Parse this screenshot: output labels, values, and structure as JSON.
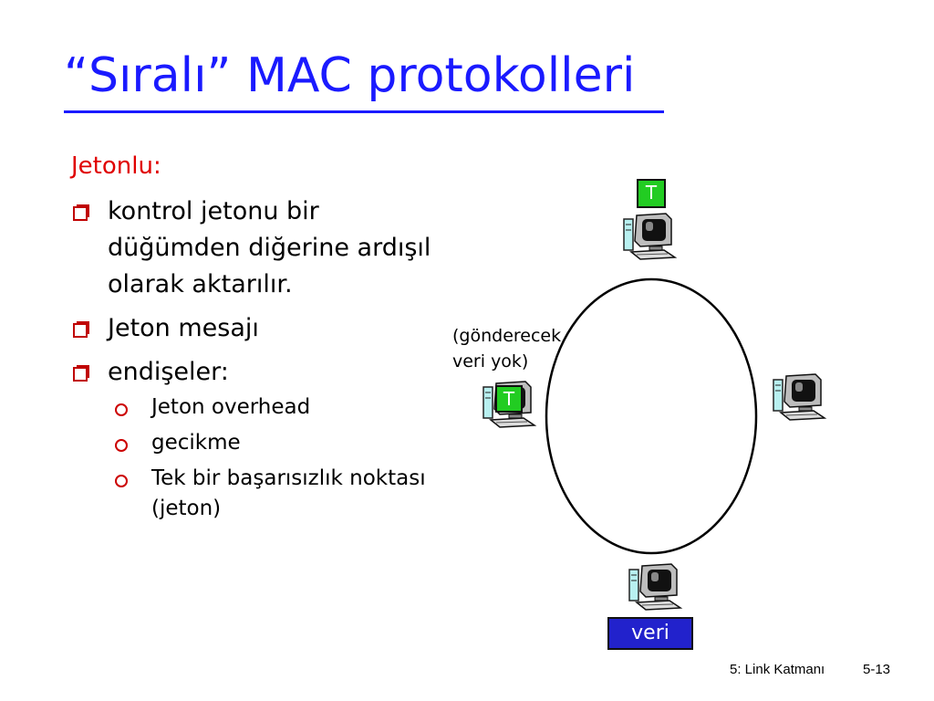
{
  "slide": {
    "title": "“Sıralı” MAC protokolleri",
    "section_heading": "Jetonlu:",
    "bullets": [
      {
        "text": "kontrol jetonu bir düğümden diğerine ardışıl olarak aktarılır."
      },
      {
        "text": "Jeton mesajı"
      },
      {
        "text": "endişeler:",
        "sub": [
          "Jeton overhead",
          "gecikme",
          "Tek bir başarısızlık noktası (jeton)"
        ]
      }
    ]
  },
  "diagram": {
    "token_label": "T",
    "note": "(gönderecek veri yok)",
    "data_label": "veri",
    "nodes": [
      "top",
      "left",
      "right",
      "bottom"
    ]
  },
  "footer": {
    "chapter": "5: Link Katmanı",
    "page": "5-13"
  },
  "colors": {
    "title": "#1a1aff",
    "heading": "#e00000",
    "bullet": "#c00000",
    "token": "#22cc22",
    "data_box": "#2222cc"
  }
}
